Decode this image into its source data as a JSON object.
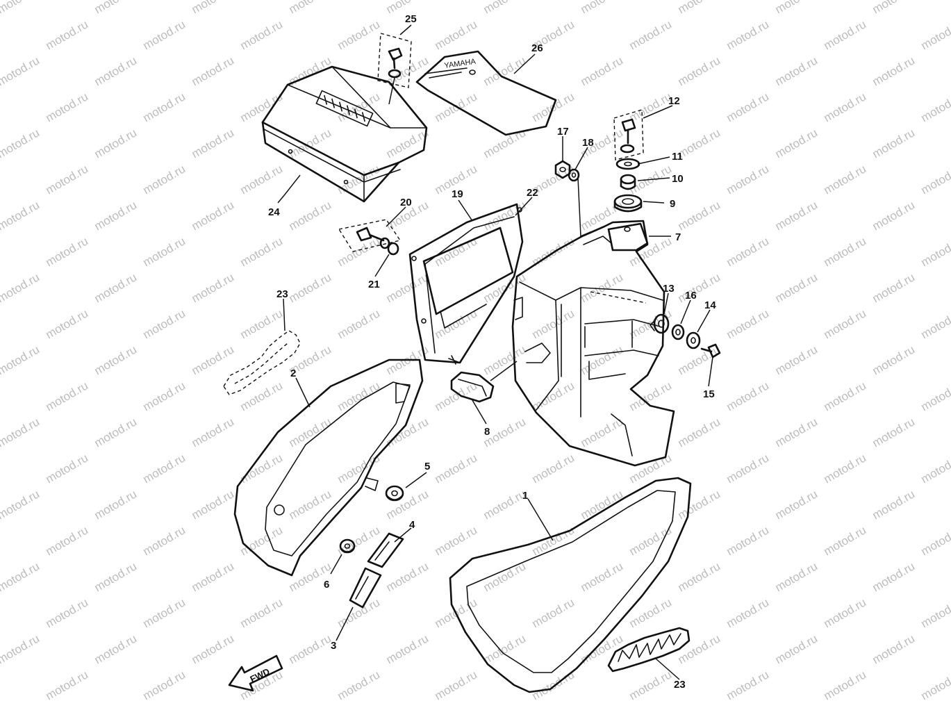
{
  "diagram": {
    "watermark": "motod.ru",
    "fwd_label": "FWD",
    "callouts": [
      "1",
      "2",
      "3",
      "4",
      "5",
      "6",
      "7",
      "8",
      "9",
      "10",
      "11",
      "12",
      "13",
      "14",
      "15",
      "16",
      "17",
      "18",
      "19",
      "20",
      "21",
      "22",
      "23",
      "24",
      "25",
      "26"
    ]
  }
}
